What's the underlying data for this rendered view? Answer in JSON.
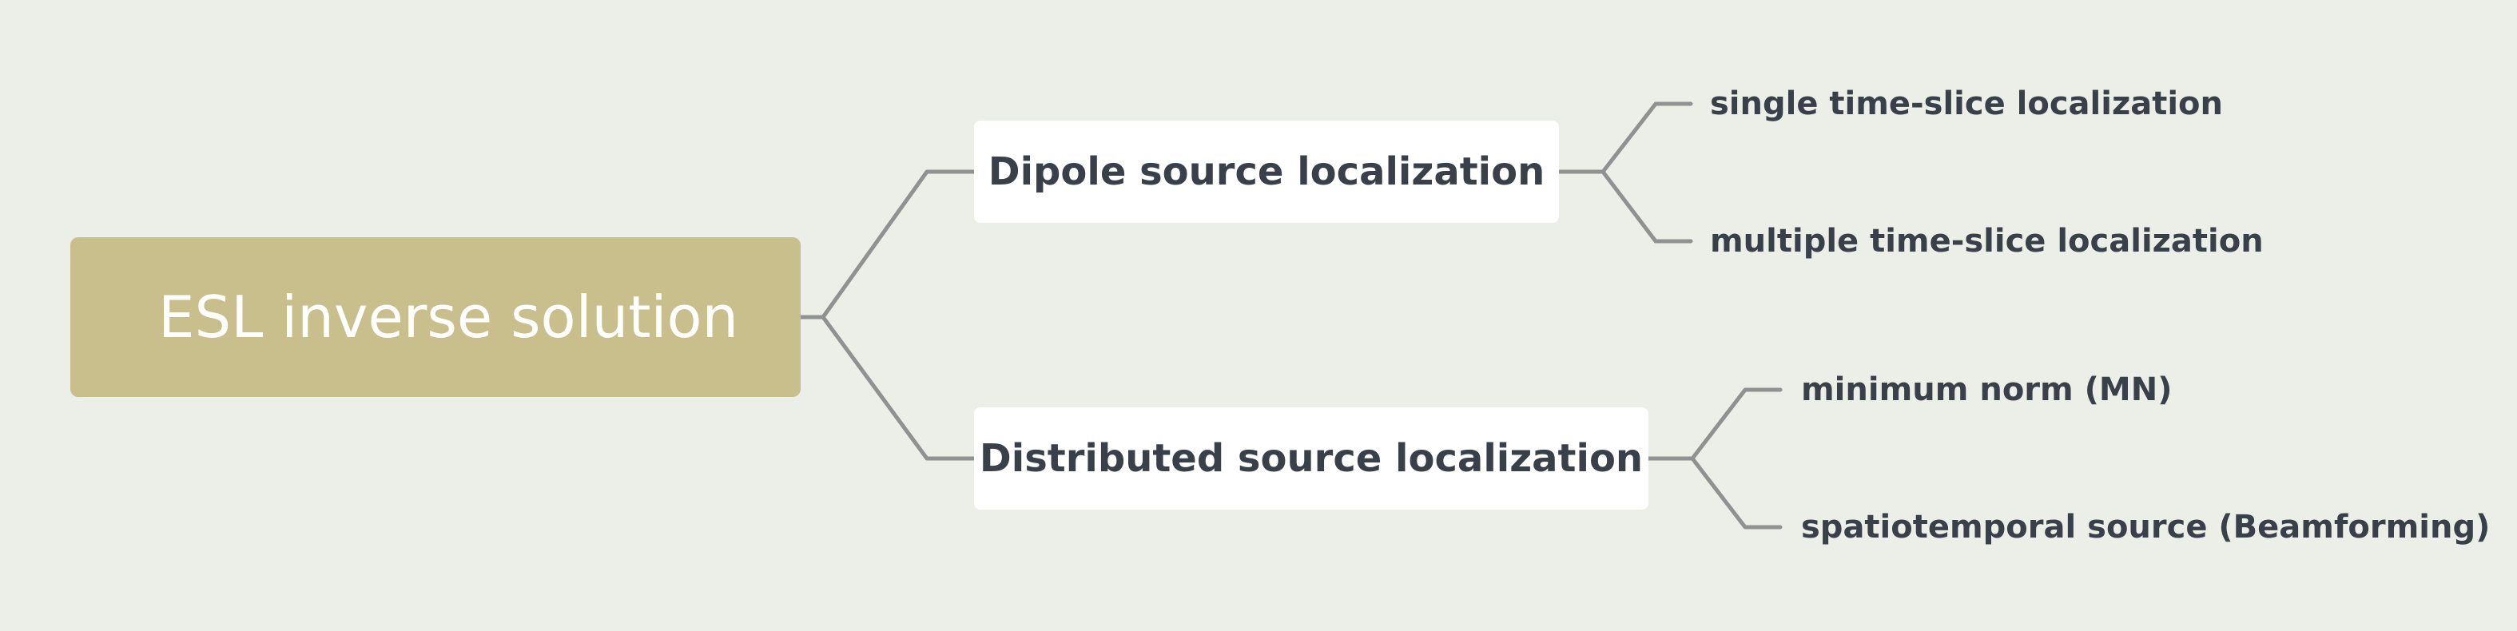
{
  "root": {
    "label": "ESL inverse solution"
  },
  "branches": [
    {
      "label": "Dipole source localization",
      "children": [
        "single time-slice localization",
        "multiple time-slice localization"
      ]
    },
    {
      "label": "Distributed source localization",
      "children": [
        "minimum norm (MN)",
        "spatiotemporal source (Beamforming)"
      ]
    }
  ],
  "colors": {
    "background": "#eceee8",
    "root_fill": "#c8bf8c",
    "connector": "#8e9391",
    "text": "#3a4049"
  }
}
